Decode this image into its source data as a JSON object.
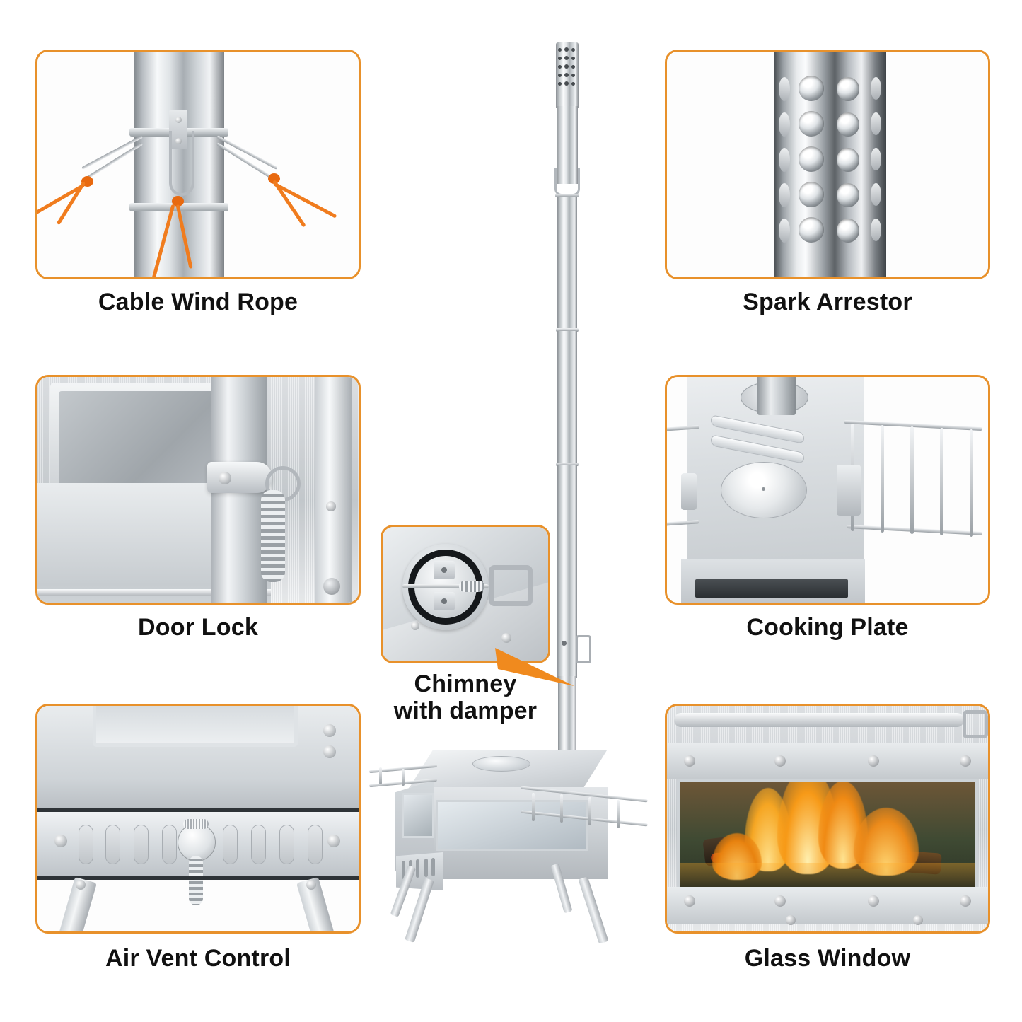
{
  "page": {
    "title": "Camping Wood Stove Feature Callouts",
    "background_color": "#ffffff",
    "accent_color": "#E8912B",
    "caption_color": "#111111",
    "rope_color": "#F07C1E",
    "flame_color": "#F6A623"
  },
  "callouts": [
    {
      "id": "cable-wind-rope",
      "label": "Cable Wind Rope",
      "position": "top-left",
      "image_subject": "chimney pipe with wire guy-line arms and orange tensioned ropes"
    },
    {
      "id": "spark-arrestor",
      "label": "Spark Arrestor",
      "position": "top-right",
      "image_subject": "perforated stainless chimney cap with rows of round holes"
    },
    {
      "id": "door-lock",
      "label": "Door Lock",
      "position": "middle-left",
      "image_subject": "stove door latch with pivoting catch, ring and coiled spring handle"
    },
    {
      "id": "cooking-plate",
      "label": "Cooking Plate",
      "position": "middle-right",
      "image_subject": "stove top plate with removable round hob, ribs and folding side wire rack"
    },
    {
      "id": "chimney-with-damper",
      "label": "Chimney\nwith damper",
      "position": "center",
      "image_subject": "damper plate inside flue collar with spring pull handle",
      "has_pointer": true
    },
    {
      "id": "air-vent-control",
      "label": "Air Vent Control",
      "position": "bottom-left",
      "image_subject": "front vent panel with oval slots, central rotating knob and spring pull"
    },
    {
      "id": "glass-window",
      "label": "Glass Window",
      "position": "bottom-right",
      "image_subject": "large heat-resistant glass door panel with burning logs visible inside"
    }
  ],
  "product": {
    "name": "portable stainless steel camping wood stove",
    "parts": [
      "spark arrestor cap",
      "telescoping chimney pipe",
      "damper handle",
      "cooking top plate",
      "glass front door",
      "side warming shelves",
      "air vent panel",
      "four folding legs"
    ]
  }
}
